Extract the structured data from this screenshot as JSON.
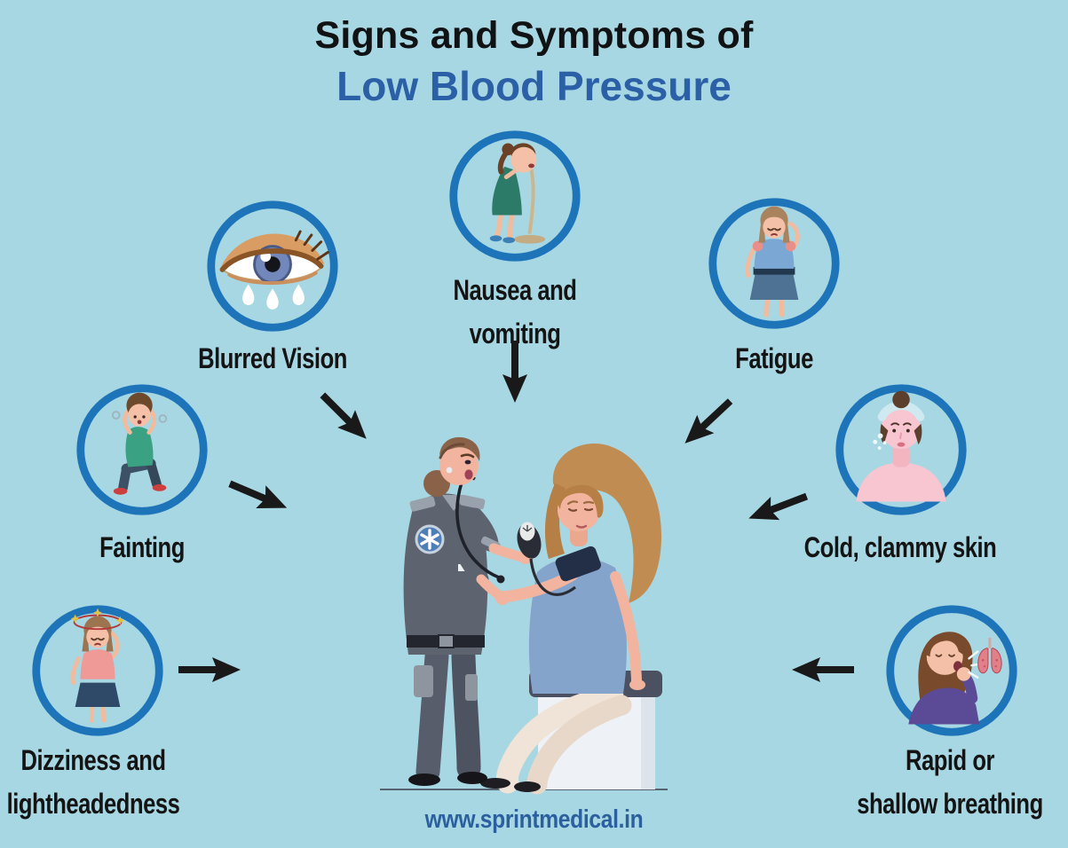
{
  "title": {
    "line1": "Signs and Symptoms of",
    "line2": "Low Blood Pressure"
  },
  "footer": {
    "website": "www.sprintmedical.in"
  },
  "colors": {
    "background": "#a7d7e3",
    "circle_ring": "#1d74b8",
    "title_text": "#111213",
    "title_accent": "#2b5fa6",
    "label_text": "#141414",
    "arrow": "#191919",
    "website_text": "#2b5f9e"
  },
  "center": {
    "description": "Paramedic measuring the blood pressure of a seated woman with a cuff and hand gauge"
  },
  "symptoms": [
    {
      "id": "nausea-and-vomiting",
      "lines": [
        "Nausea and",
        "vomiting"
      ]
    },
    {
      "id": "blurred-vision",
      "lines": [
        "Blurred Vision",
        ""
      ]
    },
    {
      "id": "fatigue",
      "lines": [
        "Fatigue",
        ""
      ]
    },
    {
      "id": "fainting",
      "lines": [
        "Fainting",
        ""
      ]
    },
    {
      "id": "cold-clammy-skin",
      "lines": [
        "Cold, clammy skin",
        ""
      ]
    },
    {
      "id": "dizziness-and-lightheadedness",
      "lines": [
        "Dizziness and",
        "lightheadedness"
      ]
    },
    {
      "id": "rapid-or-shallow-breathing",
      "lines": [
        "Rapid or",
        "shallow breathing"
      ]
    }
  ]
}
